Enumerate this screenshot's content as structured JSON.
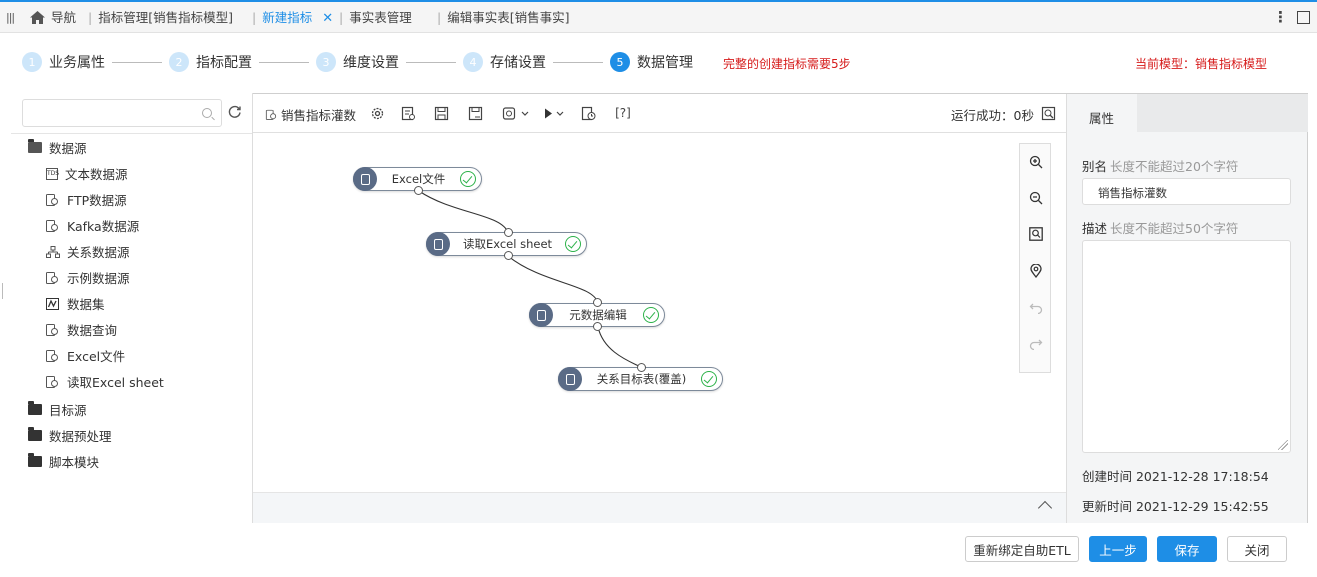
{
  "tabs": [
    {
      "label": "导航"
    },
    {
      "label": "指标管理[销售指标模型]"
    },
    {
      "label": "新建指标"
    },
    {
      "label": "事实表管理"
    },
    {
      "label": "编辑事实表[销售事实]"
    }
  ],
  "steps": [
    {
      "num": "1",
      "label": "业务属性"
    },
    {
      "num": "2",
      "label": "指标配置"
    },
    {
      "num": "3",
      "label": "维度设置"
    },
    {
      "num": "4",
      "label": "存储设置"
    },
    {
      "num": "5",
      "label": "数据管理"
    }
  ],
  "step_hint": "完整的创建指标需要5步",
  "current_model": "当前模型：销售指标模型",
  "tree": {
    "search_placeholder": "",
    "groups": [
      {
        "label": "数据源",
        "children": [
          "文本数据源",
          "FTP数据源",
          "Kafka数据源",
          "关系数据源",
          "示例数据源",
          "数据集",
          "数据查询",
          "Excel文件",
          "读取Excel sheet"
        ]
      },
      {
        "label": "目标源"
      },
      {
        "label": "数据预处理"
      },
      {
        "label": "脚本模块"
      }
    ]
  },
  "canvas": {
    "title": "销售指标灌数",
    "run_status": "运行成功：0秒",
    "help_label": "[?]",
    "nodes": [
      {
        "label": "Excel文件"
      },
      {
        "label": "读取Excel sheet"
      },
      {
        "label": "元数据编辑"
      },
      {
        "label": "关系目标表(覆盖)"
      }
    ]
  },
  "props": {
    "tab": "属性",
    "alias_label": "别名",
    "alias_hint": "长度不能超过20个字符",
    "alias_value": "销售指标灌数",
    "desc_label": "描述",
    "desc_hint": "长度不能超过50个字符",
    "created": "创建时间 2021-12-28 17:18:54",
    "updated": "更新时间 2021-12-29 15:42:55"
  },
  "buttons": {
    "rebind": "重新绑定自助ETL",
    "prev": "上一步",
    "save": "保存",
    "close": "关闭"
  },
  "colors": {
    "accent": "#1e8ee6",
    "warning_text": "#d61b1b",
    "success": "#2db24a"
  }
}
